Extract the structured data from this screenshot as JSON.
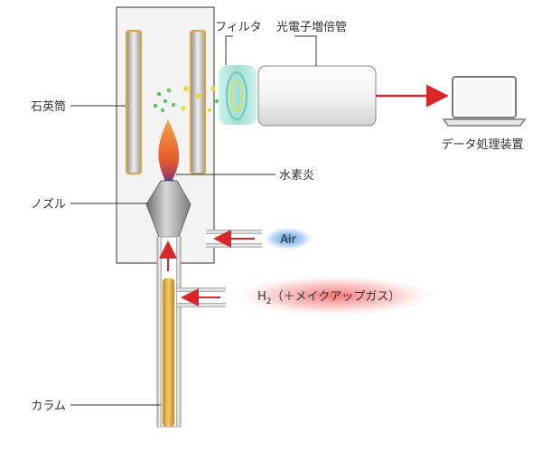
{
  "labels": {
    "quartz_tube": "石英筒",
    "nozzle": "ノズル",
    "column": "カラム",
    "filter": "フィルタ",
    "pmt": "光電子増倍管",
    "data_processor": "データ処理装置",
    "flame": "水素炎",
    "air": "Air",
    "h2_main": "H",
    "h2_sub": "2",
    "h2_suffix": "（＋メイクアップガス）"
  },
  "colors": {
    "arrow_red": "#d9262a",
    "air_glow": "#3a88e0",
    "h2_glow": "#f25a5a",
    "sparkle_green": "#5cc35c",
    "sparkle_yellow": "#e9dc3a",
    "filter_teal": "#9fe0d4",
    "column_gold": "#e0a83a"
  },
  "icons": {
    "computer": "laptop-icon"
  }
}
